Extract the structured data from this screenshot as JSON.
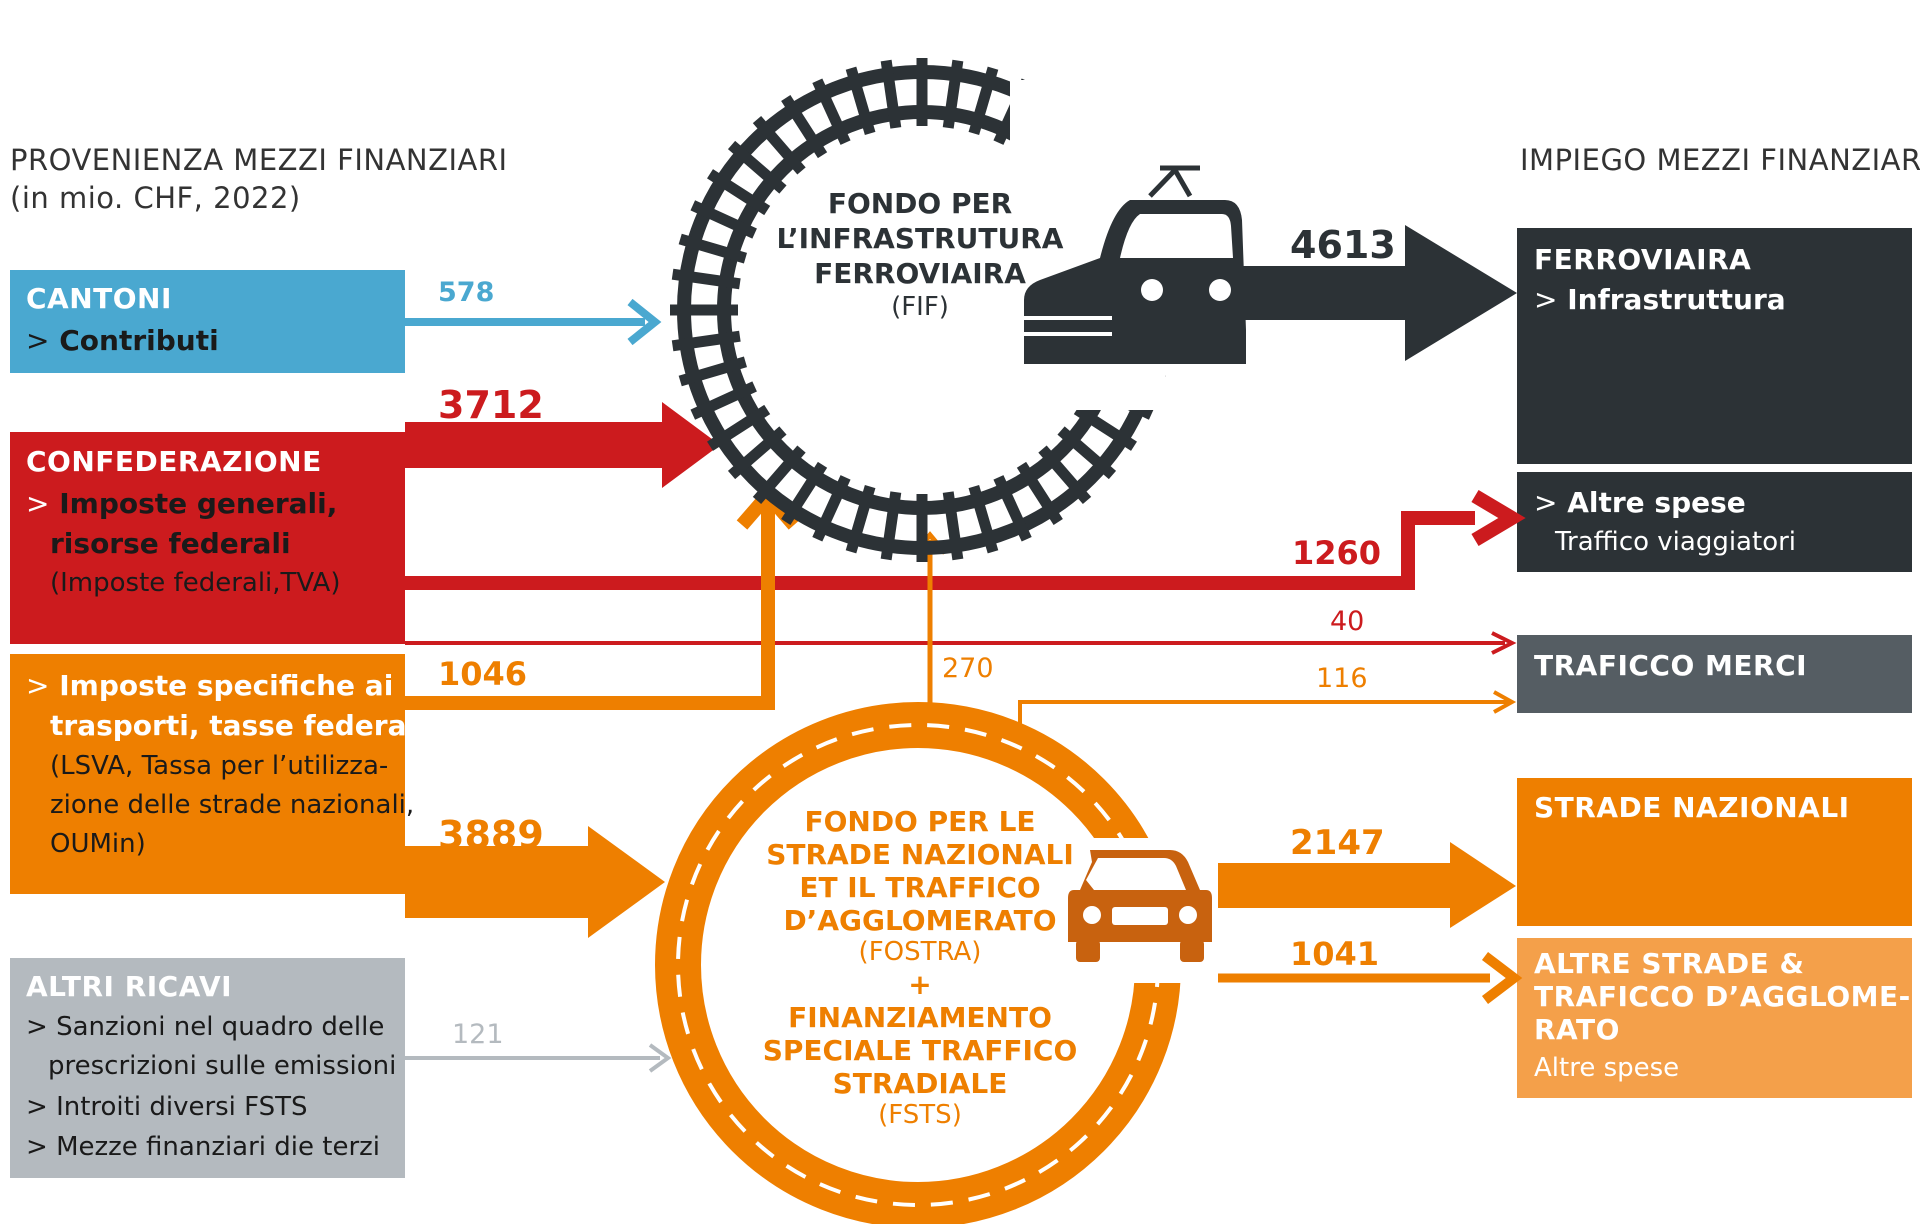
{
  "headers": {
    "source_line1": "PROVENIENZA MEZZI FINANZIARI",
    "source_line2": "(in mio. CHF, 2022)",
    "use": "IMPIEGO MEZZI FINANZIARI"
  },
  "fif": {
    "line1": "FONDO PER",
    "line2": "L’INFRASTRUTURA",
    "line3": "FERROVIAIRA",
    "abbr": "(FIF)"
  },
  "fostra": {
    "line1": "FONDO PER LE",
    "line2": "STRADE NAZIONALI",
    "line3": "ET IL TRAFFICO",
    "line4": "D’AGGLOMERATO",
    "abbr": "(FOSTRA)",
    "plus": "+",
    "line5": "FINANZIAMENTO",
    "line6": "SPECIALE TRAFFICO",
    "line7": "STRADIALE",
    "abbr2": "(FSTS)"
  },
  "sources": {
    "cantoni": {
      "title": "CANTONI",
      "item": "Contributi"
    },
    "confederazione": {
      "title": "CONFEDERAZIONE",
      "item1_line1": "Imposte generali,",
      "item1_line2": "risorse federali",
      "item1_note": "(Imposte federali,TVA)"
    },
    "imposte": {
      "item_line1": "Imposte specifiche ai",
      "item_line2": "trasporti, tasse federali",
      "note_line1": "(LSVA, Tassa per l’utilizza-",
      "note_line2": "zione delle strade nazionali,",
      "note_line3": "OUMin)"
    },
    "altri": {
      "title": "ALTRI RICAVI",
      "item1_line1": "Sanzioni nel quadro delle",
      "item1_line2": "prescrizioni sulle emissioni",
      "item2": "Introiti diversi FSTS",
      "item3": "Mezze finanziari die terzi"
    }
  },
  "uses": {
    "ferroviaria": {
      "title": "FERROVIAIRA",
      "item": "Infrastruttura"
    },
    "altre_spese": {
      "item": "Altre spese",
      "note": "Traffico viaggiatori"
    },
    "merci": {
      "title": "TRAFICCO MERCI"
    },
    "strade": {
      "title": "STRADE NAZIONALI"
    },
    "altre_strade": {
      "line1": "ALTRE STRADE &",
      "line2": "TRAFICCO D’AGGLOME-",
      "line3": "RATO",
      "note": "Altre spese"
    }
  },
  "bullet": ">",
  "flows": {
    "cantoni_fif": 578,
    "confederazione_fif": 3712,
    "confederazione_viaggiatori": 1260,
    "confederazione_merci": 40,
    "imposte_fif": 1046,
    "imposte_fostra": 3889,
    "fostra_fif": 270,
    "fostra_merci": 116,
    "altri_fostra": 121,
    "fif_ferroviaria": 4613,
    "fostra_strade": 2147,
    "fostra_altre_strade": 1041
  },
  "colors": {
    "blue": "#4aa8d0",
    "red": "#cc1b1e",
    "orange": "#ee7f00",
    "light_orange": "#f4a04a",
    "dark": "#2c3236",
    "gray_box": "#555d63",
    "light_gray": "#b4babf",
    "dark_orange": "#c8620f"
  },
  "icons": [
    "track-ring-icon",
    "train-icon",
    "road-ring-icon",
    "car-icon",
    "arrow-icon"
  ]
}
